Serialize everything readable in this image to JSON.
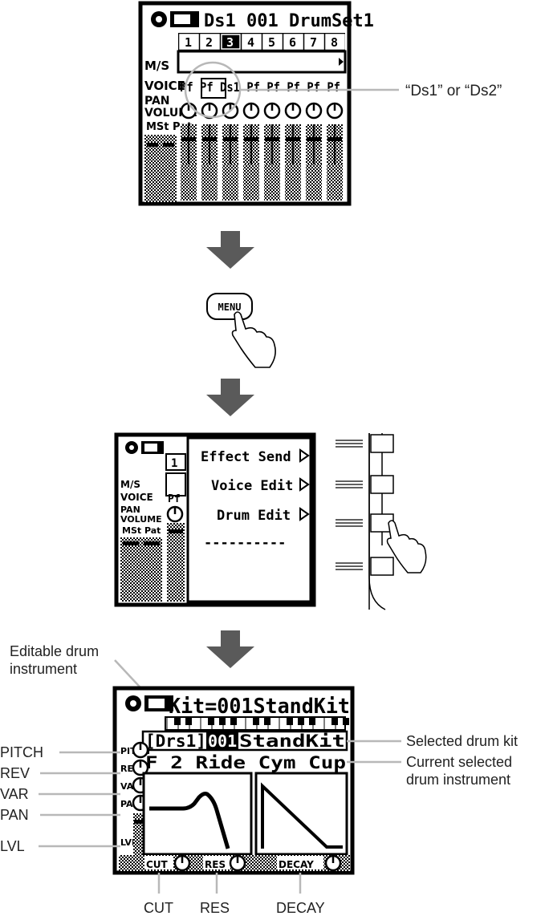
{
  "screen1": {
    "header": "Ds1 001 DrumSet1",
    "parts": [
      "1",
      "2",
      "3",
      "4",
      "5",
      "6",
      "7",
      "8"
    ],
    "labels": [
      "M/S",
      "VOICE",
      "PAN",
      "VOLUME",
      "MSt Pat"
    ],
    "voice_row": "Pf Pf Ds1 Pf Pf Pf Pf Pf",
    "callout": "“Ds1” or “Ds2”"
  },
  "menu_button": {
    "label": "MENU"
  },
  "screen2": {
    "items": [
      "Effect Send",
      "Voice Edit",
      "Drum Edit",
      "----------"
    ],
    "labels": [
      "M/S",
      "VOICE",
      "PAN",
      "VOLUME",
      "MSt Pat"
    ],
    "part_1": "1",
    "voice_cell": "Pf"
  },
  "screen3": {
    "header": "Kit=001StandKit",
    "kit_row": {
      "bank": "[Drs1]",
      "number": "001",
      "name": "StandKit"
    },
    "instrument_row": "F 2   Ride  Cym  Cup",
    "knob_labels": [
      "PITCH",
      "REV",
      "VAR",
      "PAN",
      "LVL"
    ],
    "bottom_labels": [
      "CUT",
      "RES",
      "DECAY"
    ]
  },
  "callouts": {
    "editable_drum": "Editable drum\ninstrument",
    "editable_line1": "Editable drum",
    "editable_line2": "instrument",
    "left": [
      "PITCH",
      "REV",
      "VAR",
      "PAN",
      "LVL"
    ],
    "selected_kit": "Selected drum kit",
    "current_instrument_line1": "Current selected",
    "current_instrument_line2": "drum instrument",
    "bottom": [
      "CUT",
      "RES",
      "DECAY"
    ]
  },
  "colors": {
    "arrow": "#5a5a5a",
    "callout_line": "#b8b8b8",
    "lcd": "#000000"
  }
}
